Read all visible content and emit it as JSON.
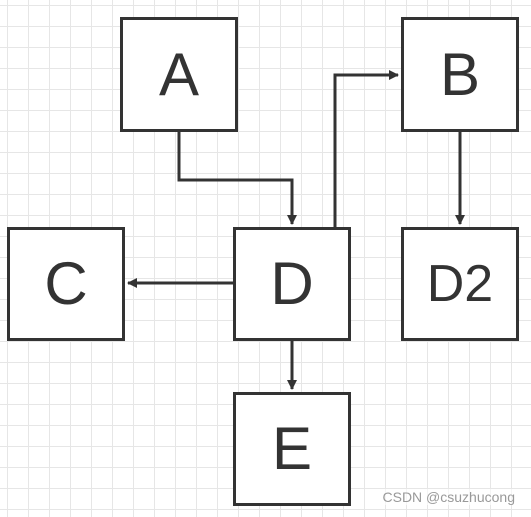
{
  "diagram": {
    "nodes": {
      "a": "A",
      "b": "B",
      "c": "C",
      "d": "D",
      "d2": "D2",
      "e": "E"
    },
    "edges": [
      {
        "from": "A",
        "to": "D"
      },
      {
        "from": "D",
        "to": "B"
      },
      {
        "from": "D",
        "to": "C"
      },
      {
        "from": "D",
        "to": "E"
      },
      {
        "from": "B",
        "to": "D2"
      }
    ],
    "colors": {
      "stroke": "#333333",
      "grid": "#e6e6e6",
      "background": "#ffffff"
    }
  },
  "watermark": "CSDN @csuzhucong"
}
